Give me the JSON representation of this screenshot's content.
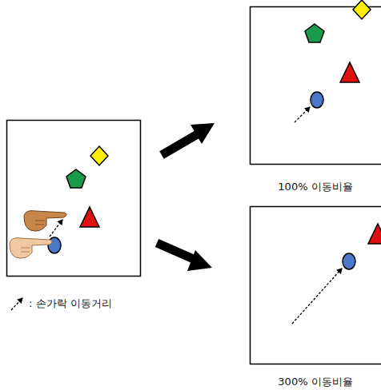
{
  "diagram": {
    "labels": [
      "100% 이동비율",
      "300% 이동비율"
    ],
    "legend": [
      {
        "text": ": 손가락 이동거리"
      }
    ]
  }
}
